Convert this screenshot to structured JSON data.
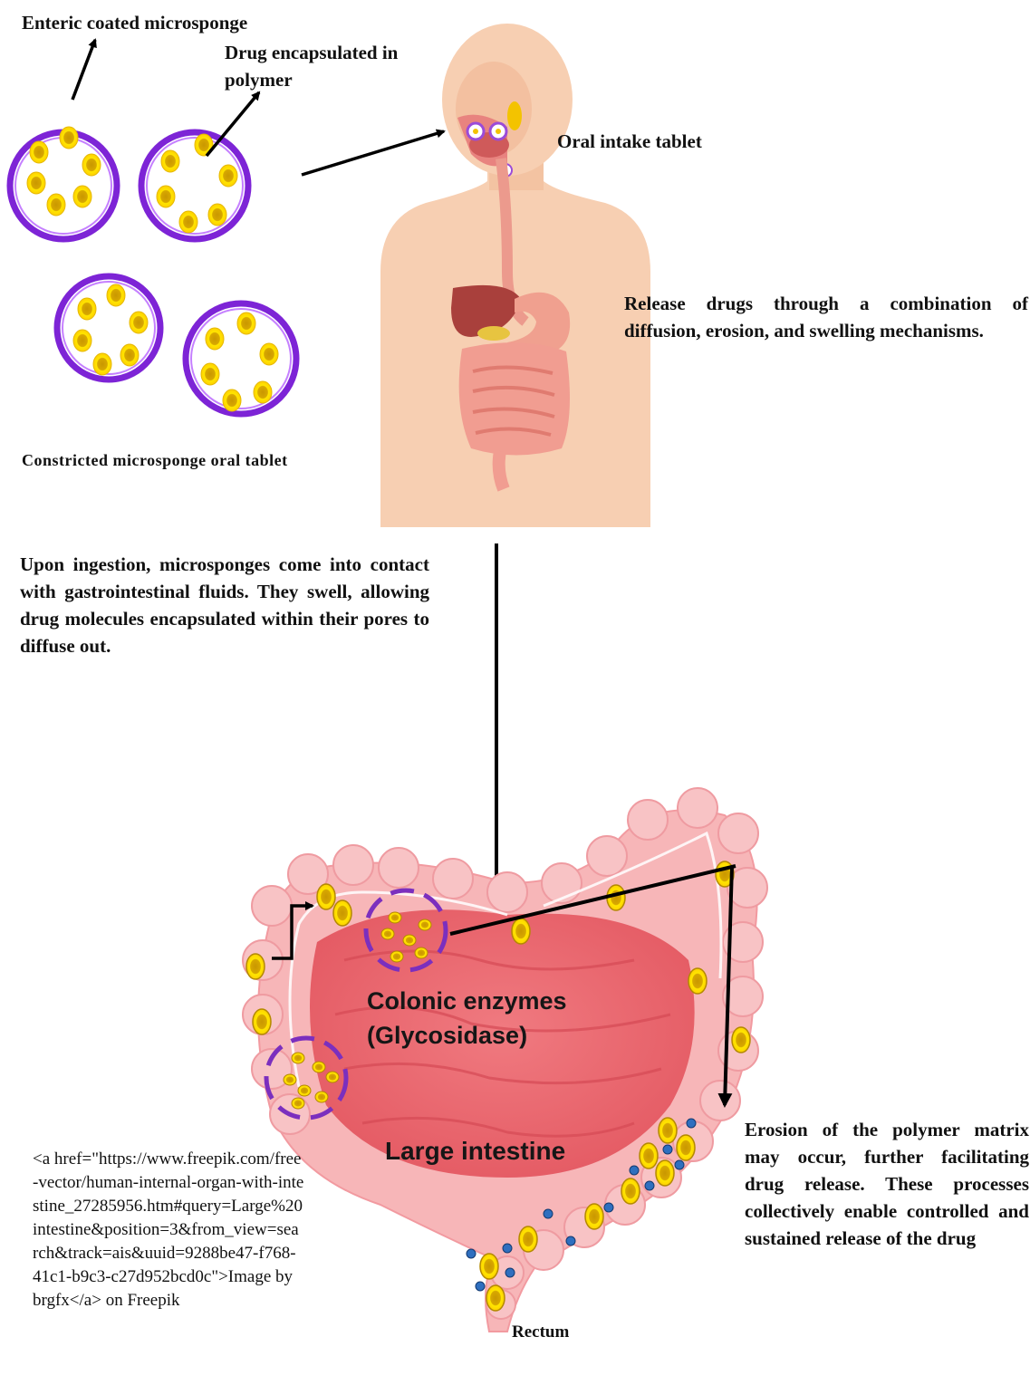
{
  "labels": {
    "enteric": "Enteric coated microsponge",
    "drug_encapsulated": "Drug encapsulated in polymer",
    "oral_intake": "Oral intake tablet",
    "constricted": "Constricted microsponge oral tablet",
    "release_mechanisms": "Release drugs through a combination of diffusion, erosion, and swelling mechanisms.",
    "ingestion": "Upon ingestion, microsponges come into contact with gastrointestinal fluids. They swell, allowing drug molecules encapsulated within their pores to diffuse out.",
    "colonic_enzymes_line1": "Colonic enzymes",
    "colonic_enzymes_line2": "(Glycosidase)",
    "large_intestine": "Large intestine",
    "rectum": "Rectum",
    "erosion": "Erosion of the polymer matrix may occur, further facilitating drug release. These processes collectively enable controlled and sustained release of the drug"
  },
  "credit": "<a href=\"https://www.freepik.com/free-vector/human-internal-organ-with-intestine_27285956.htm#query=Large%20intestine&position=3&from_view=search&track=ais&uuid=9288be47-f768-41c1-b9c3-c27d952bcd0c\">Image by brgfx</a> on Freepik",
  "colors": {
    "microsponge_ring": "#8a2be2",
    "drug_particle": "#ffd400",
    "skin": "#f8d2b5",
    "intestine": "#f3747a",
    "arrow": "#000000",
    "enzyme_dot": "#2f6fbf"
  },
  "icons": [
    "microsponge-icon",
    "human-body-icon",
    "large-intestine-icon",
    "arrow-icon"
  ]
}
